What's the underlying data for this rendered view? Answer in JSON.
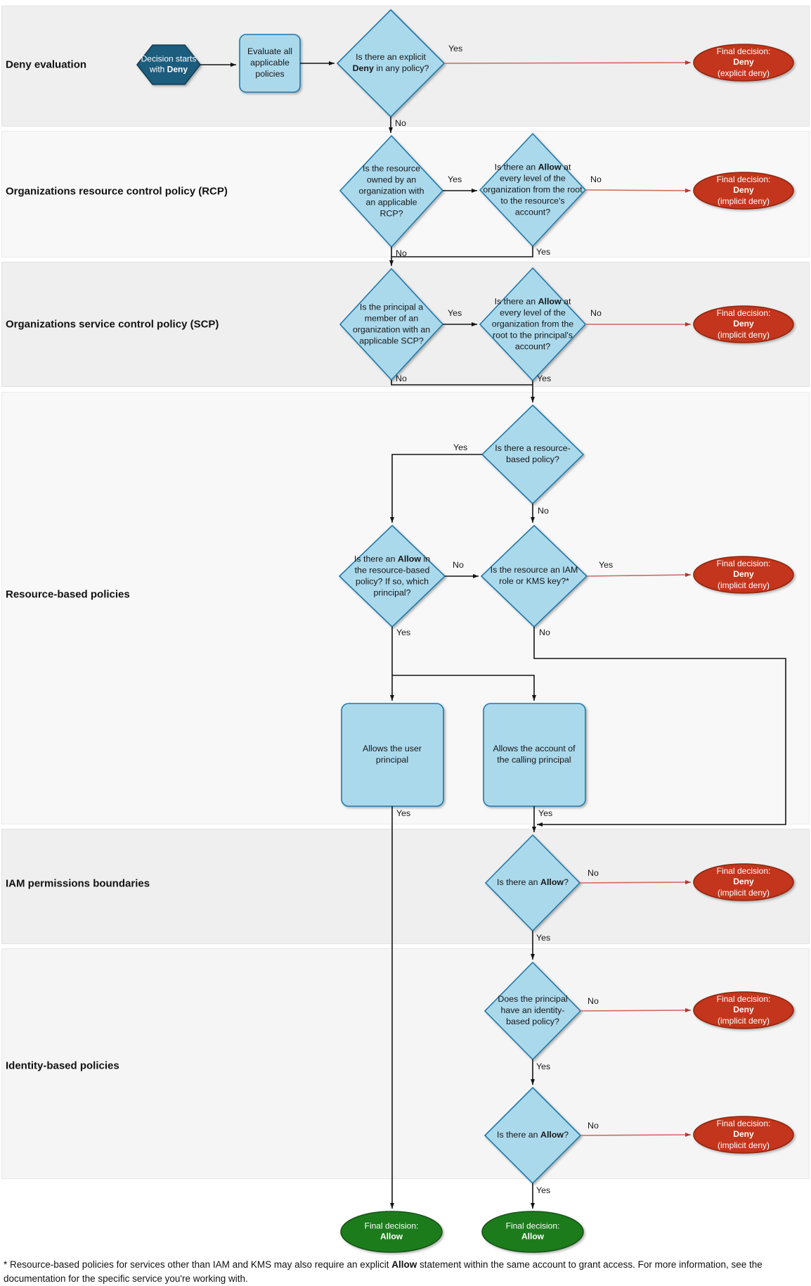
{
  "title": "AWS policy evaluation flowchart",
  "lanes": {
    "deny_evaluation": "Deny evaluation",
    "rcp": "Organizations resource control policy (RCP)",
    "scp": "Organizations service control policy (SCP)",
    "resource_based": "Resource-based policies",
    "permissions_boundaries": "IAM permissions boundaries",
    "identity_based": "Identity-based policies"
  },
  "nodes": {
    "start": {
      "pre": "Decision starts ",
      "bold": "",
      "post": "with ",
      "bold2": "Deny"
    },
    "evaluate": {
      "text": "Evaluate all applicable policies"
    },
    "explicit_deny_q": {
      "pre": "Is there an explicit ",
      "bold": "Deny",
      "post": " in any policy?"
    },
    "rcp_q1": {
      "text": "Is the resource owned by an organization with an applicable RCP?"
    },
    "rcp_q2": {
      "pre": "Is there an ",
      "bold": "Allow",
      "post": " at every level of the organization from the root to the resource's account?"
    },
    "scp_q1": {
      "text": "Is the principal a member of an organization with an applicable SCP?"
    },
    "scp_q2": {
      "pre": "Is there an ",
      "bold": "Allow",
      "post": " at every level of the organization from the root to the principal's account?"
    },
    "rbp_q1": {
      "text": "Is there a resource-based policy?"
    },
    "rbp_q2": {
      "pre": "Is there an ",
      "bold": "Allow",
      "post": " in the resource-based policy? If so, which principal?"
    },
    "rbp_q3": {
      "text": "Is the resource an IAM role or KMS key?*"
    },
    "allows_user": {
      "text": "Allows the user principal"
    },
    "allows_account": {
      "text": "Allows the account of the calling principal"
    },
    "pb_q": {
      "pre": "Is there an ",
      "bold": "Allow",
      "post": "?"
    },
    "ib_q1": {
      "text": "Does the principal have an identity-based policy?"
    },
    "ib_q2": {
      "pre": "Is there an ",
      "bold": "Allow",
      "post": "?"
    }
  },
  "outcomes": {
    "explicit_deny": {
      "line1": "Final decision:",
      "line2": "Deny",
      "line3": "(explicit deny)"
    },
    "implicit_deny": {
      "line1": "Final decision:",
      "line2": "Deny",
      "line3": "(implicit deny)"
    },
    "allow": {
      "line1": "Final decision:",
      "line2": "Allow"
    }
  },
  "edge_labels": {
    "yes": "Yes",
    "no": "No"
  },
  "footnote": {
    "pre": "* Resource-based policies for services other than IAM and KMS may also require an explicit ",
    "bold": "Allow",
    "post": " statement within the same account to grant access. For more information, see the documentation for the specific service you're working with."
  },
  "colors": {
    "node_blue_fill": "#ABD9EC",
    "node_blue_stroke": "#2278A8",
    "start_hex_fill": "#1D5B7D",
    "start_hex_stroke": "#123E56",
    "deny_red_fill": "#C3351C",
    "deny_red_stroke": "#8F2511",
    "allow_green_fill": "#1E7B1F",
    "allow_green_stroke": "#145214",
    "connector_black": "#141414",
    "connector_red": "#C96A60",
    "band_gray": "#EFEFEF",
    "band_light": "#F8F8F8"
  }
}
